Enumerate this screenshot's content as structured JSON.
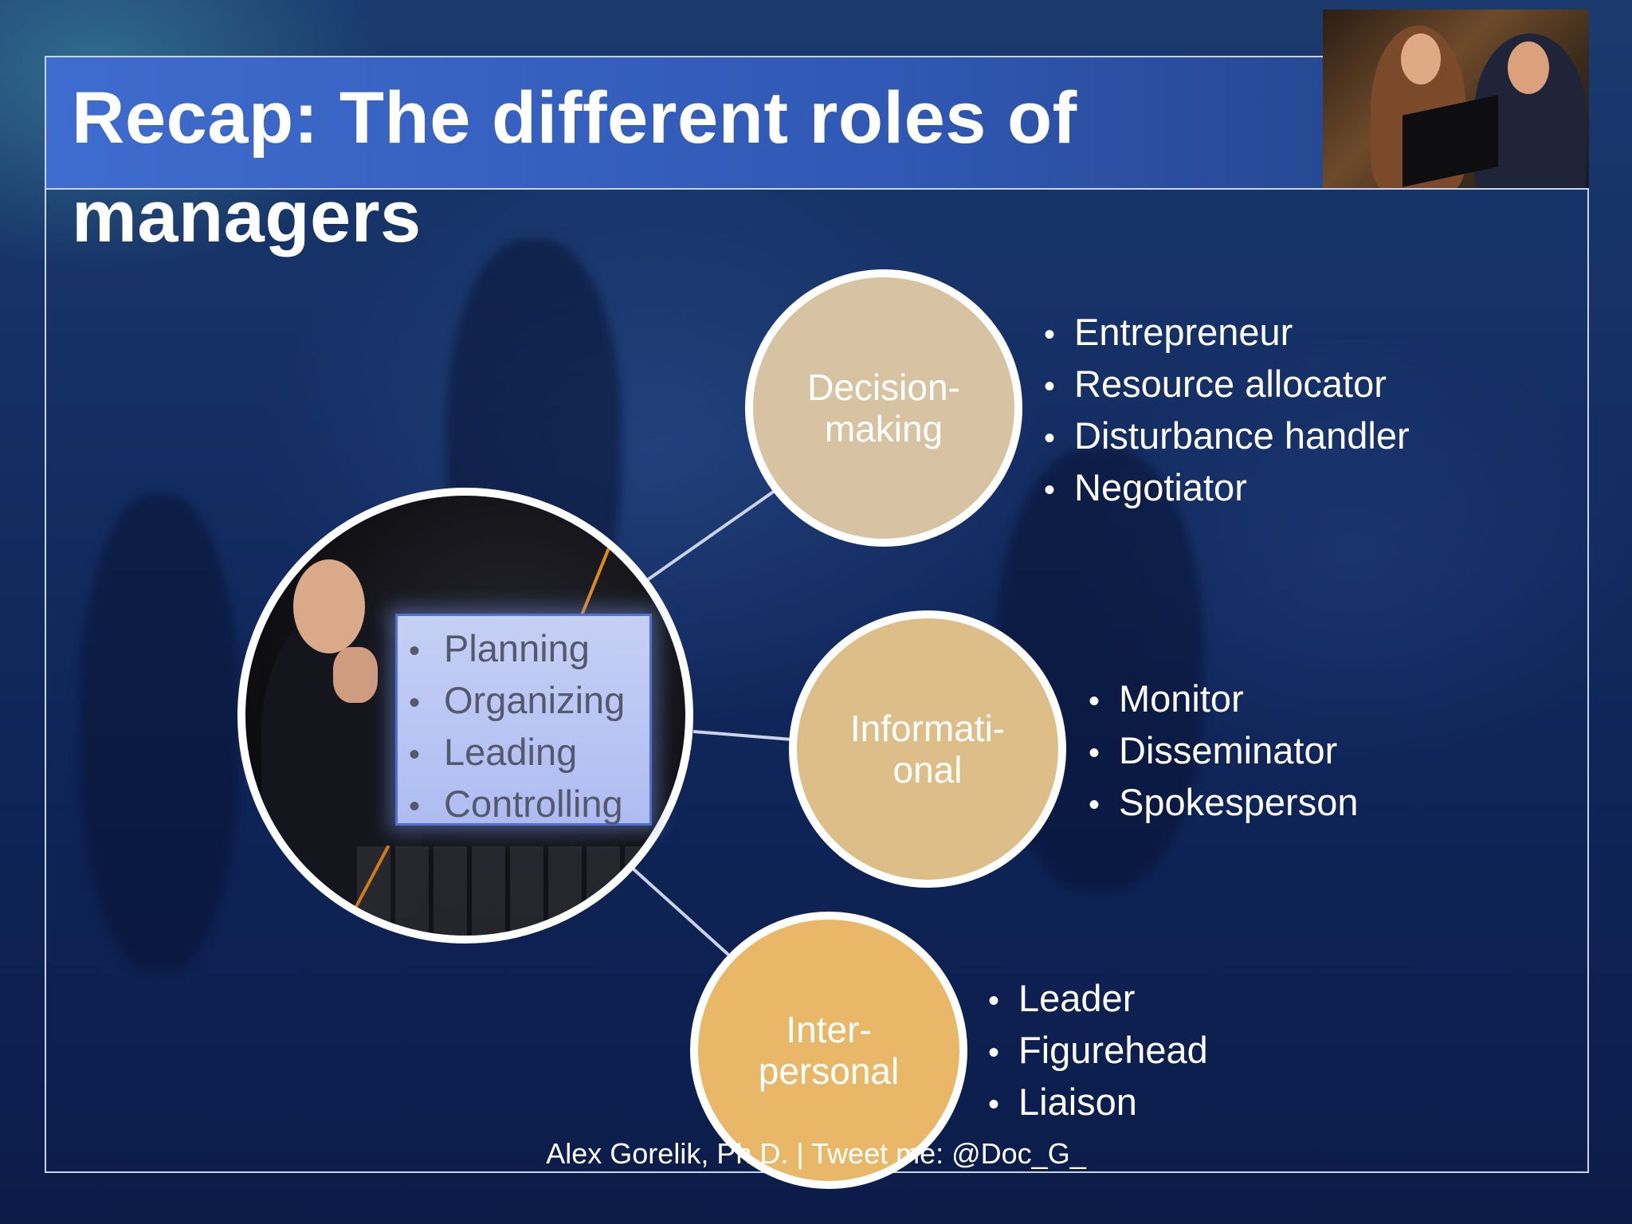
{
  "slide": {
    "title": "Recap: The different roles of managers",
    "footer": "Alex Gorelik, Ph.D. | Tweet me: @Doc_G_"
  },
  "center": {
    "functions": [
      "Planning",
      "Organizing",
      "Leading",
      "Controlling"
    ]
  },
  "roles": [
    {
      "label": "Decision-making",
      "label_lines": [
        "Decision-",
        "making"
      ],
      "color": "#d7c3a1",
      "items": [
        "Entrepreneur",
        "Resource allocator",
        "Disturbance handler",
        "Negotiator"
      ]
    },
    {
      "label": "Informational",
      "label_lines": [
        "Informati-",
        "onal"
      ],
      "color": "#ddbe88",
      "items": [
        "Monitor",
        "Disseminator",
        "Spokesperson"
      ]
    },
    {
      "label": "Interpersonal",
      "label_lines": [
        "Inter-",
        "personal"
      ],
      "color": "#e8b868",
      "items": [
        "Leader",
        "Figurehead",
        "Liaison"
      ]
    }
  ],
  "colors": {
    "title_band": "#3f6ccf",
    "function_box": "#b9c6f3",
    "connector": "#c9d3ea"
  }
}
